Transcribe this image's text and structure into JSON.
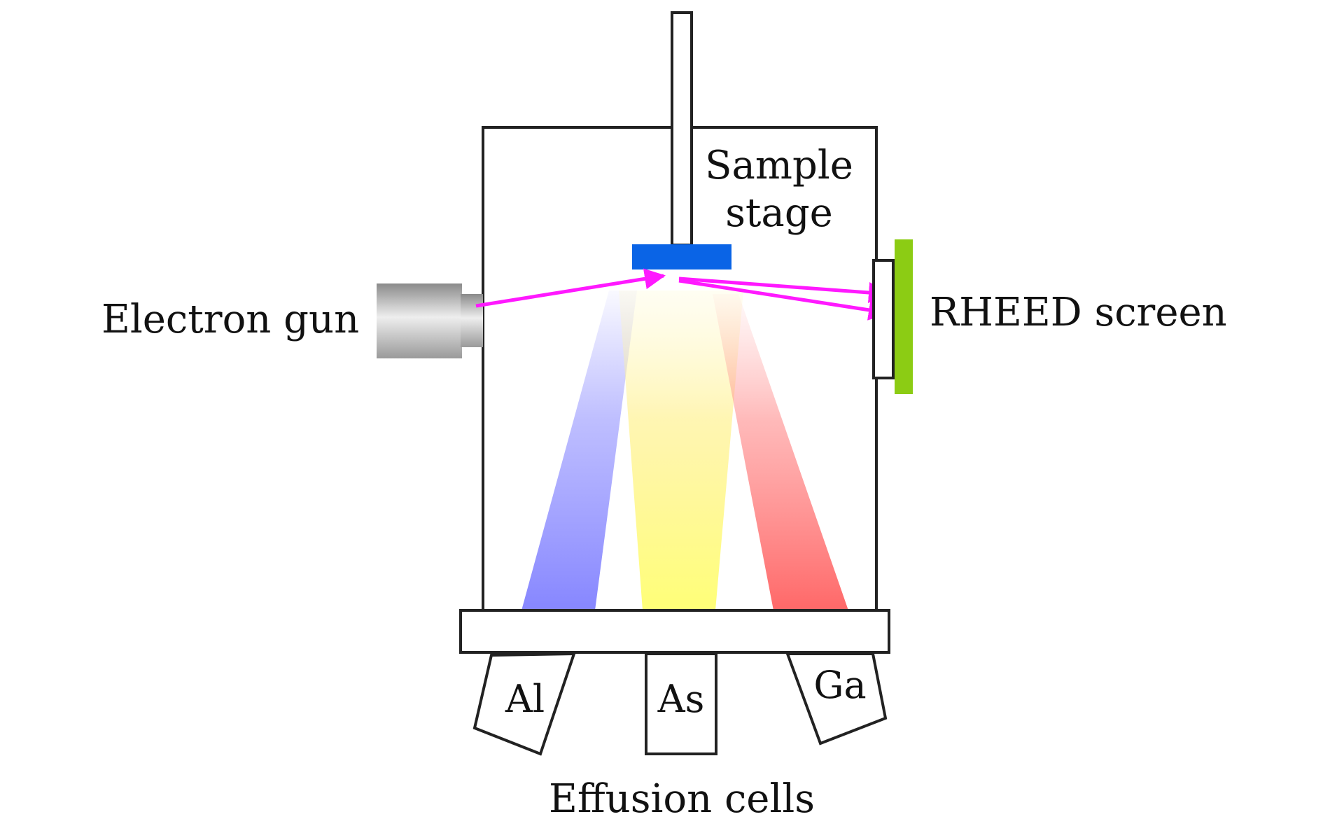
{
  "labels": {
    "sample_stage_line1": "Sample",
    "sample_stage_line2": "stage",
    "electron_gun": "Electron gun",
    "rheed_screen": "RHEED screen",
    "effusion_cells": "Effusion cells"
  },
  "cells": [
    {
      "label": "Al",
      "beam_color": "#8080ff"
    },
    {
      "label": "As",
      "beam_color": "#ffff80"
    },
    {
      "label": "Ga",
      "beam_color": "#ff7070"
    }
  ],
  "colors": {
    "outline": "#222222",
    "substrate": "#0a64e6",
    "electron_beam": "#ff19ff",
    "rheed_screen": "#8ccc14",
    "gun_dark": "#8a8a8a",
    "gun_light": "#e6e6e6"
  }
}
